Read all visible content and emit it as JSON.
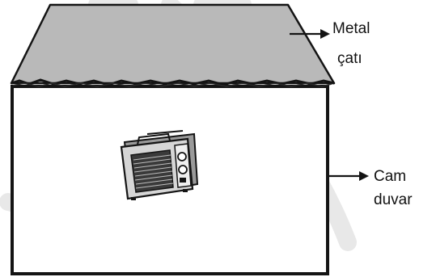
{
  "labels": {
    "roof": {
      "line1": "Metal",
      "line2": "çatı"
    },
    "wall": {
      "line1": "Cam",
      "line2": "duvar"
    }
  },
  "icons": {
    "object_in_house": "radio-icon"
  },
  "colors": {
    "roof_fill": "#b9b9b9",
    "outline": "#141414",
    "watermark": "#e6e6e6",
    "radio_body": "#d6d6d6",
    "radio_grille": "#3a3a3a"
  }
}
